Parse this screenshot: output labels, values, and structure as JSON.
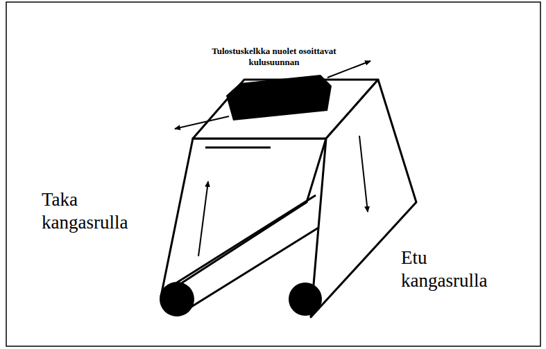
{
  "diagram": {
    "labels": [
      "Tulostuskelkka nuolet osoittavat kulusuunnan",
      "Taka kangasrulla",
      "Etu kangasrulla"
    ]
  }
}
